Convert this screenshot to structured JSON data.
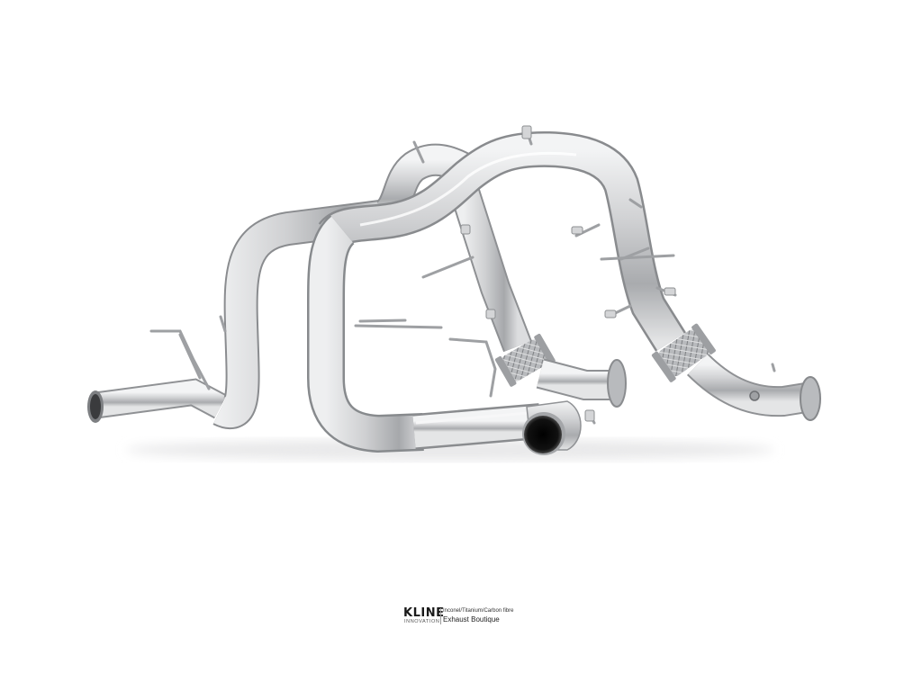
{
  "logo": {
    "brand": "KLINE",
    "subtitle": "INNOVATION",
    "materials": "Inconel/Titanium/Carbon fibre",
    "tagline": "Exhaust Boutique"
  },
  "colors": {
    "background": "#ffffff",
    "steel": "#c9cacc",
    "steel_dark": "#8e9093",
    "steel_light": "#f1f2f3",
    "tip_interior": "#0a0a0a"
  },
  "icons": {
    "product": "exhaust-system-photo",
    "flex_joint": "braided-flex-joint-icon"
  }
}
